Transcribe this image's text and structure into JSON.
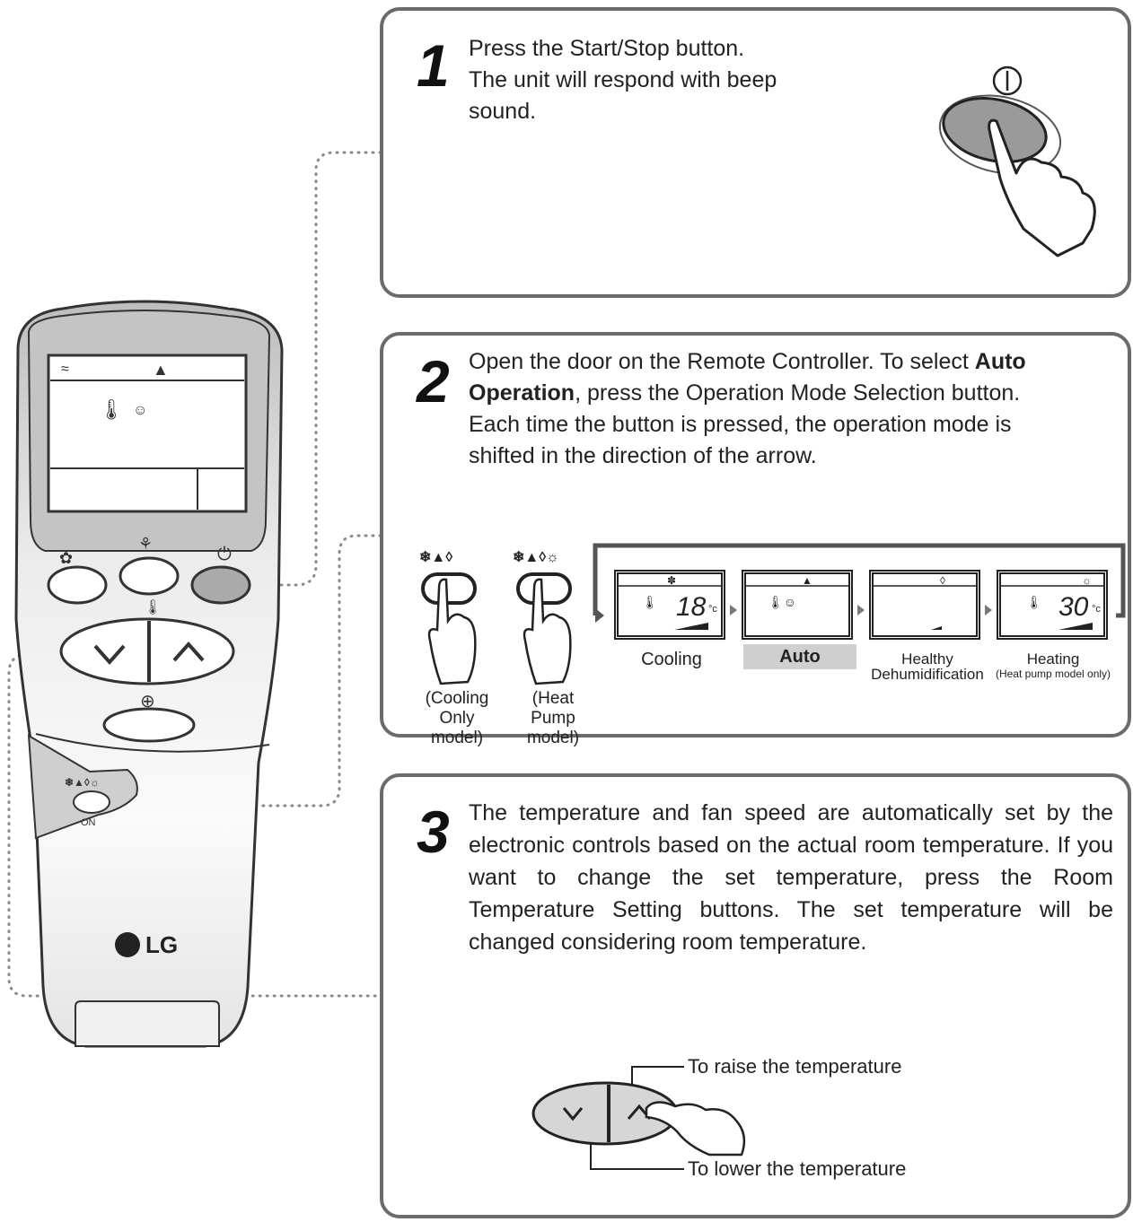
{
  "step1": {
    "number": "1",
    "lines": [
      "Press the Start/Stop button.",
      "The unit will respond with beep",
      "sound."
    ]
  },
  "step2": {
    "number": "2",
    "text_a": "Open the door on the Remote Controller. To select ",
    "bold_1": "Auto",
    "bold_2": "Operation",
    "text_b": ", press the Operation Mode Selection button.",
    "text_c": "Each time the button is pressed, the operation mode is",
    "text_d": "shifted in the direction of the arrow.",
    "cooling_only_label": [
      "(Cooling Only",
      "model)"
    ],
    "heat_pump_label": [
      "(Heat Pump",
      "model)"
    ],
    "modes": [
      {
        "label": "Cooling",
        "display_value": "18",
        "unit": "°c"
      },
      {
        "label": "Auto"
      },
      {
        "label": "Healthy",
        "label2": "Dehumidification"
      },
      {
        "label": "Heating",
        "label2": "(Heat pump model only)",
        "display_value": "30",
        "unit": "°c"
      }
    ]
  },
  "step3": {
    "number": "3",
    "text": "The temperature and fan speed are automatically set by the electronic controls based on the actual room temperature. If you want to change the set temperature, press the Room Temperature Setting buttons. The set temperature will be changed considering room temperature.",
    "raise_label": "To raise the temperature",
    "lower_label": "To lower the temperature"
  },
  "remote": {
    "brand": "LG",
    "on_label": "ON"
  }
}
